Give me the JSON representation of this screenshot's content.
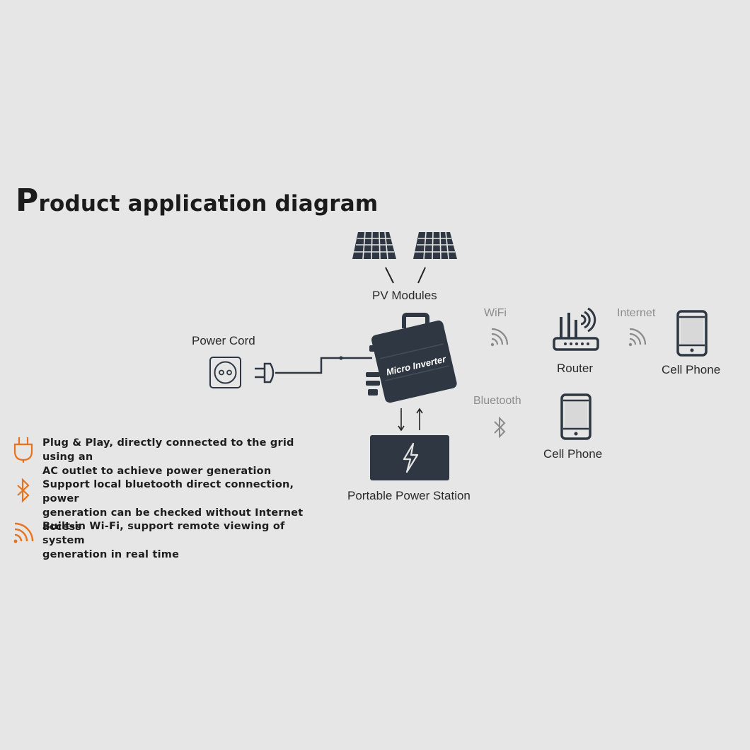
{
  "title": {
    "first_letter": "P",
    "rest": "roduct application diagram"
  },
  "labels": {
    "pv_modules": "PV Modules",
    "power_cord": "Power Cord",
    "micro_inverter": "Micro Inverter",
    "portable_power_station": "Portable Power Station",
    "wifi": "WiFi",
    "router": "Router",
    "internet": "Internet",
    "cell_phone_top": "Cell Phone",
    "bluetooth": "Bluetooth",
    "cell_phone_bottom": "Cell Phone"
  },
  "features": [
    {
      "icon": "plug-icon",
      "line1": "Plug & Play, directly connected to the grid using an",
      "line2": "AC outlet to achieve power generation"
    },
    {
      "icon": "bluetooth-icon",
      "line1": "Support local bluetooth direct connection, power",
      "line2": "generation can be checked without Internet access"
    },
    {
      "icon": "wifi-icon",
      "line1": "Built-in Wi-Fi, support remote viewing of system",
      "line2": "generation in real time"
    }
  ],
  "colors": {
    "background": "#e6e6e6",
    "device": "#2f3842",
    "accent": "#e8731e",
    "grey_icon": "#8a8a8a"
  }
}
